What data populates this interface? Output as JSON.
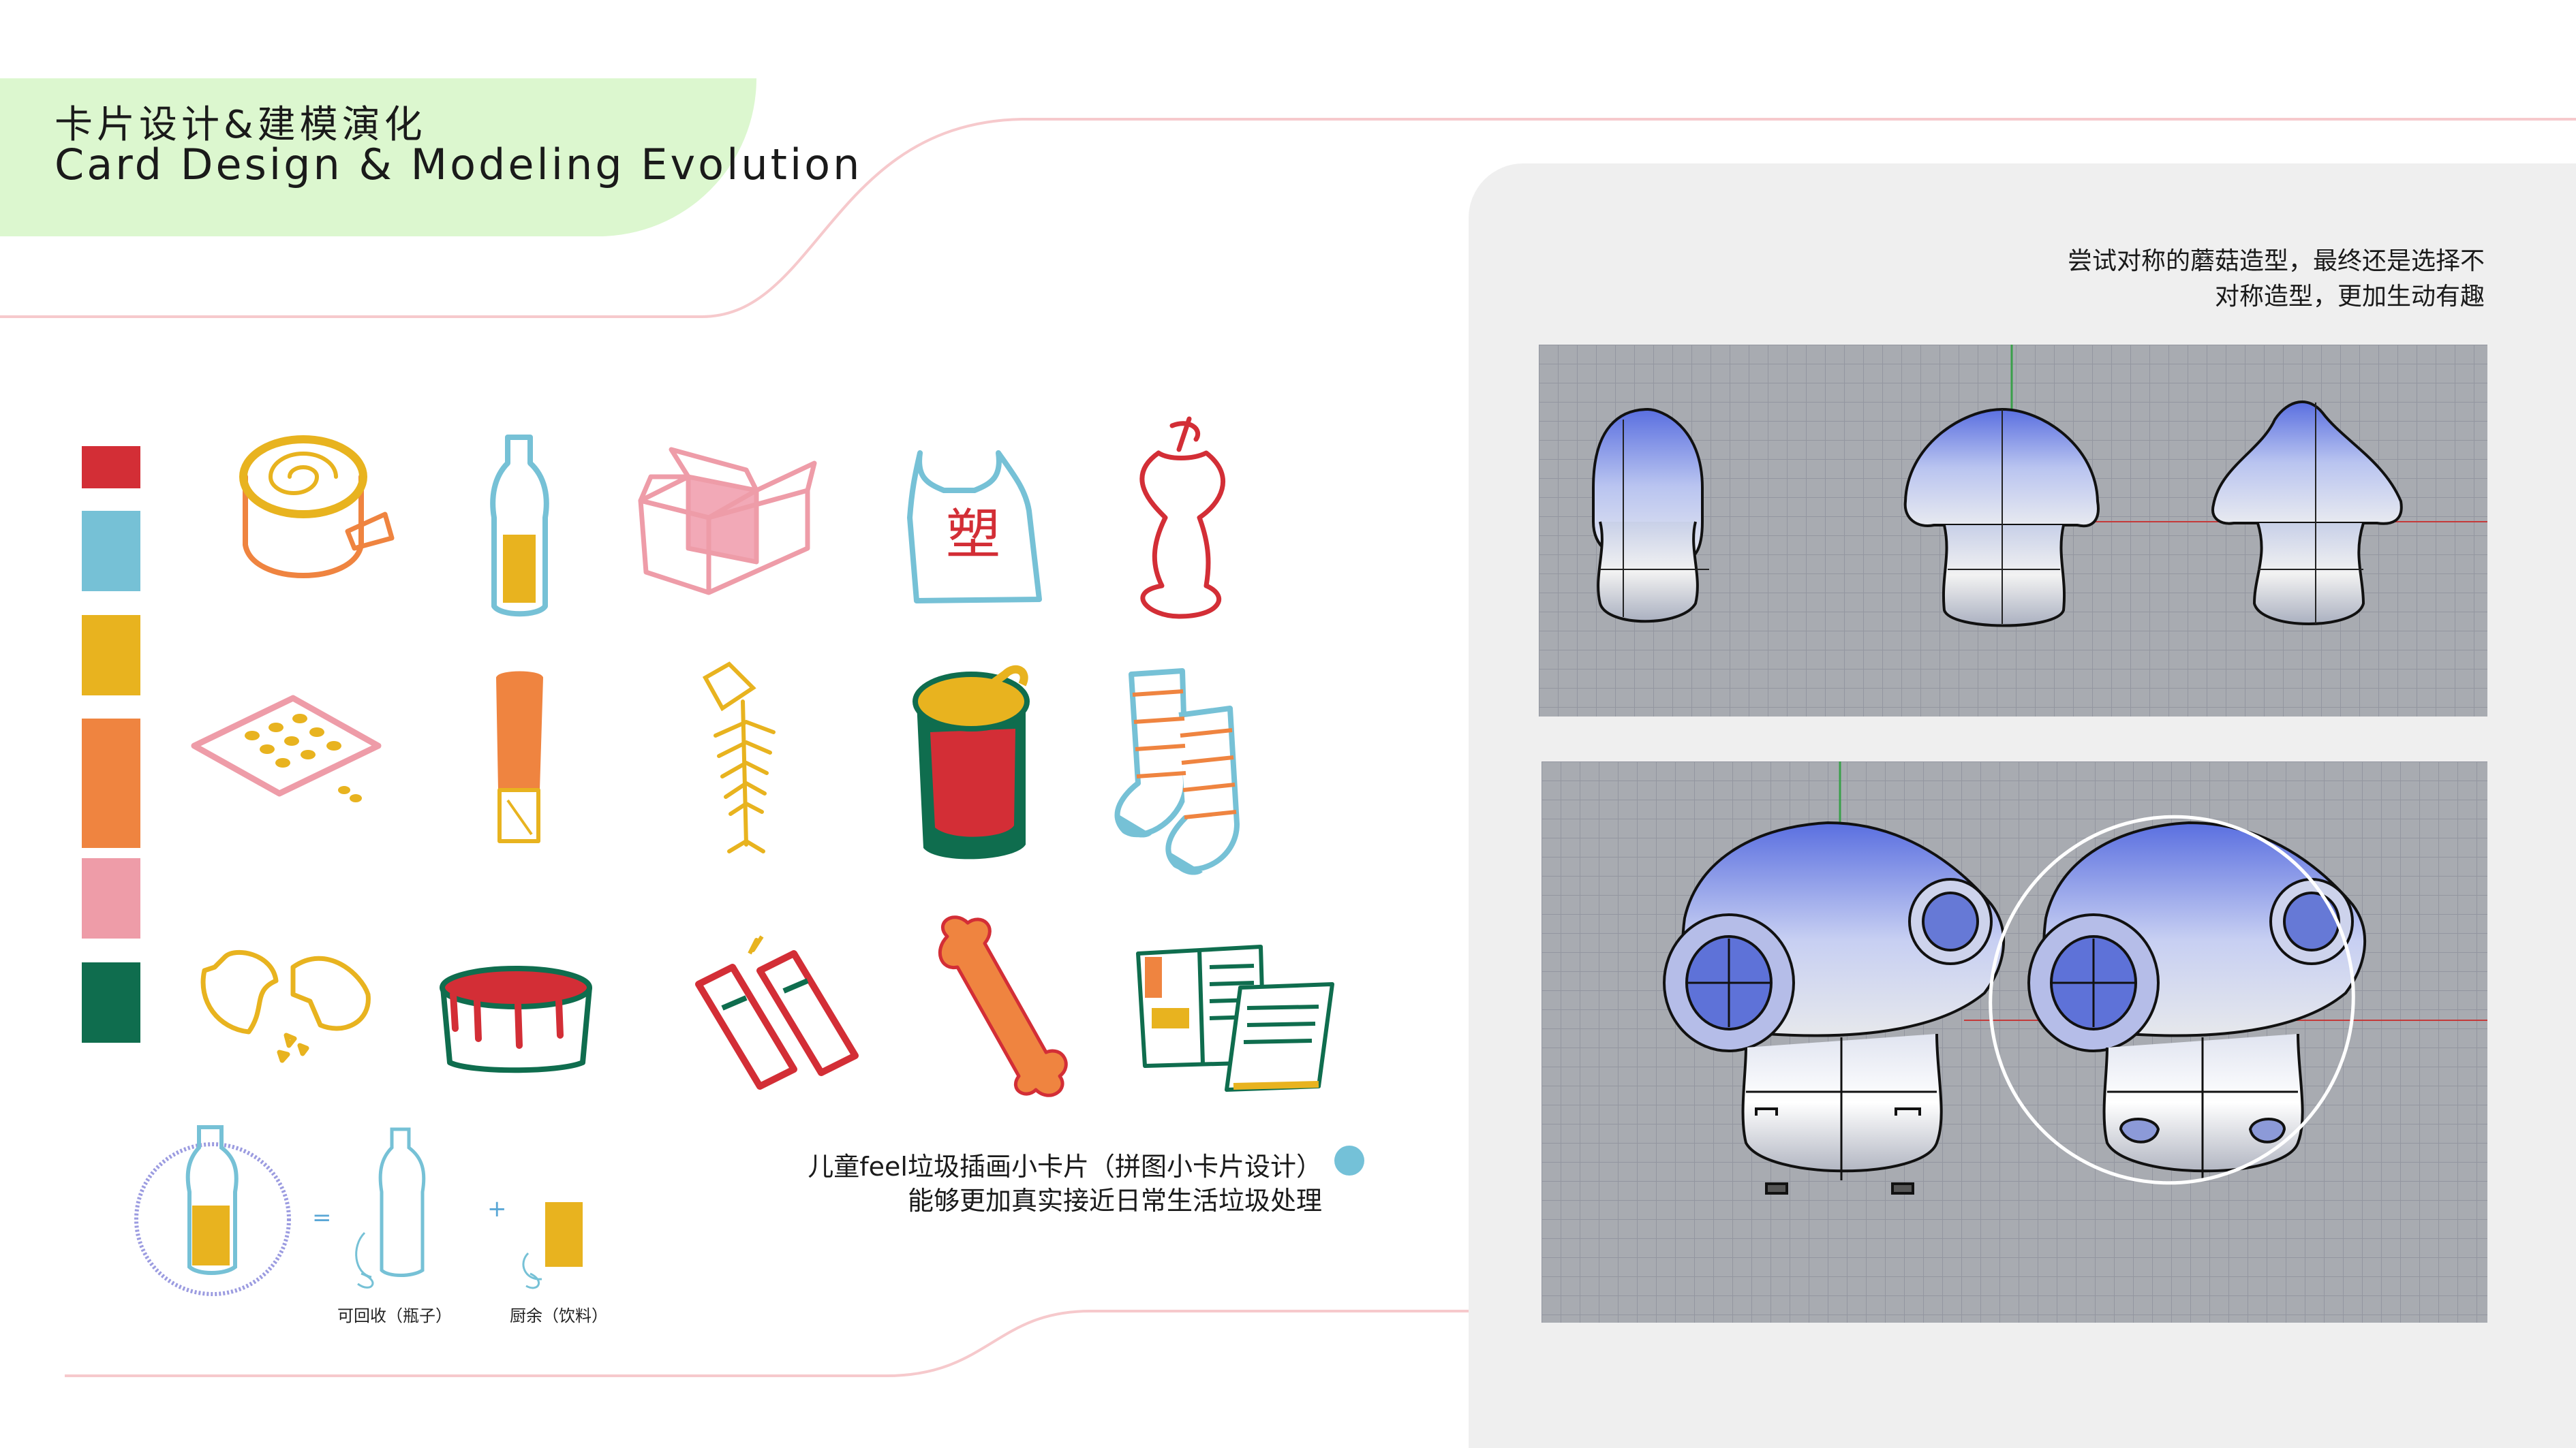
{
  "header": {
    "title_cn": "卡片设计&建模演化",
    "title_en": "Card Design & Modeling Evolution"
  },
  "palette": {
    "swatches": [
      "#d32e36",
      "#76c1d6",
      "#e8b31f",
      "#ef8440",
      "#ee9ca8",
      "#0f6d4e"
    ]
  },
  "illustrations": {
    "row1": [
      "tape-roll-icon",
      "bottle-icon",
      "cardboard-box-icon",
      "plastic-bag-icon",
      "apple-core-icon"
    ],
    "row2": [
      "pill-blister-icon",
      "cigarette-icon",
      "fish-bone-icon",
      "tin-can-icon",
      "socks-icon"
    ],
    "row3": [
      "eggshell-icon",
      "paint-bucket-icon",
      "battery-icon",
      "bone-icon",
      "newspaper-icon"
    ],
    "plastic_bag_char": "塑"
  },
  "equation": {
    "eq": "=",
    "plus": "+",
    "label_bottle": "可回收（瓶子）",
    "label_drink": "厨余（饮料）"
  },
  "card_description": {
    "line1": "儿童feel垃圾插画小卡片（拼图小卡片设计）",
    "line2": "能够更加真实接近日常生活垃圾处理"
  },
  "modeling": {
    "description_line1": "尝试对称的蘑菇造型，最终还是选择不",
    "description_line2": "对称造型，更加生动有趣"
  }
}
